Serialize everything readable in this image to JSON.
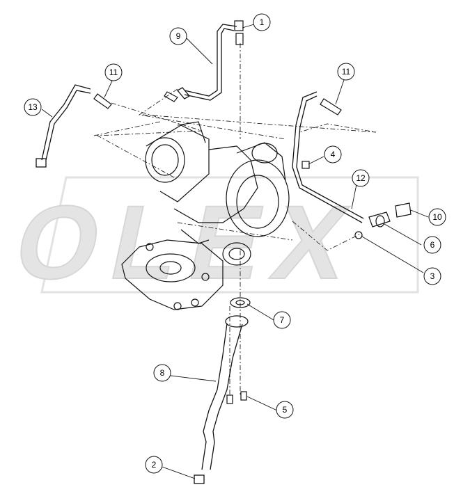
{
  "watermark": {
    "text": "OLEX",
    "color": "#d8d8d8"
  },
  "callouts": [
    {
      "id": "c1",
      "label": "1"
    },
    {
      "id": "c9",
      "label": "9"
    },
    {
      "id": "c11a",
      "label": "11"
    },
    {
      "id": "c11b",
      "label": "11"
    },
    {
      "id": "c13",
      "label": "13"
    },
    {
      "id": "c4",
      "label": "4"
    },
    {
      "id": "c12",
      "label": "12"
    },
    {
      "id": "c10",
      "label": "10"
    },
    {
      "id": "c6",
      "label": "6"
    },
    {
      "id": "c3",
      "label": "3"
    },
    {
      "id": "c7",
      "label": "7"
    },
    {
      "id": "c8",
      "label": "8"
    },
    {
      "id": "c5",
      "label": "5"
    },
    {
      "id": "c2",
      "label": "2"
    }
  ],
  "colors": {
    "line": "#111111",
    "watermark": "#d8d8d8"
  }
}
